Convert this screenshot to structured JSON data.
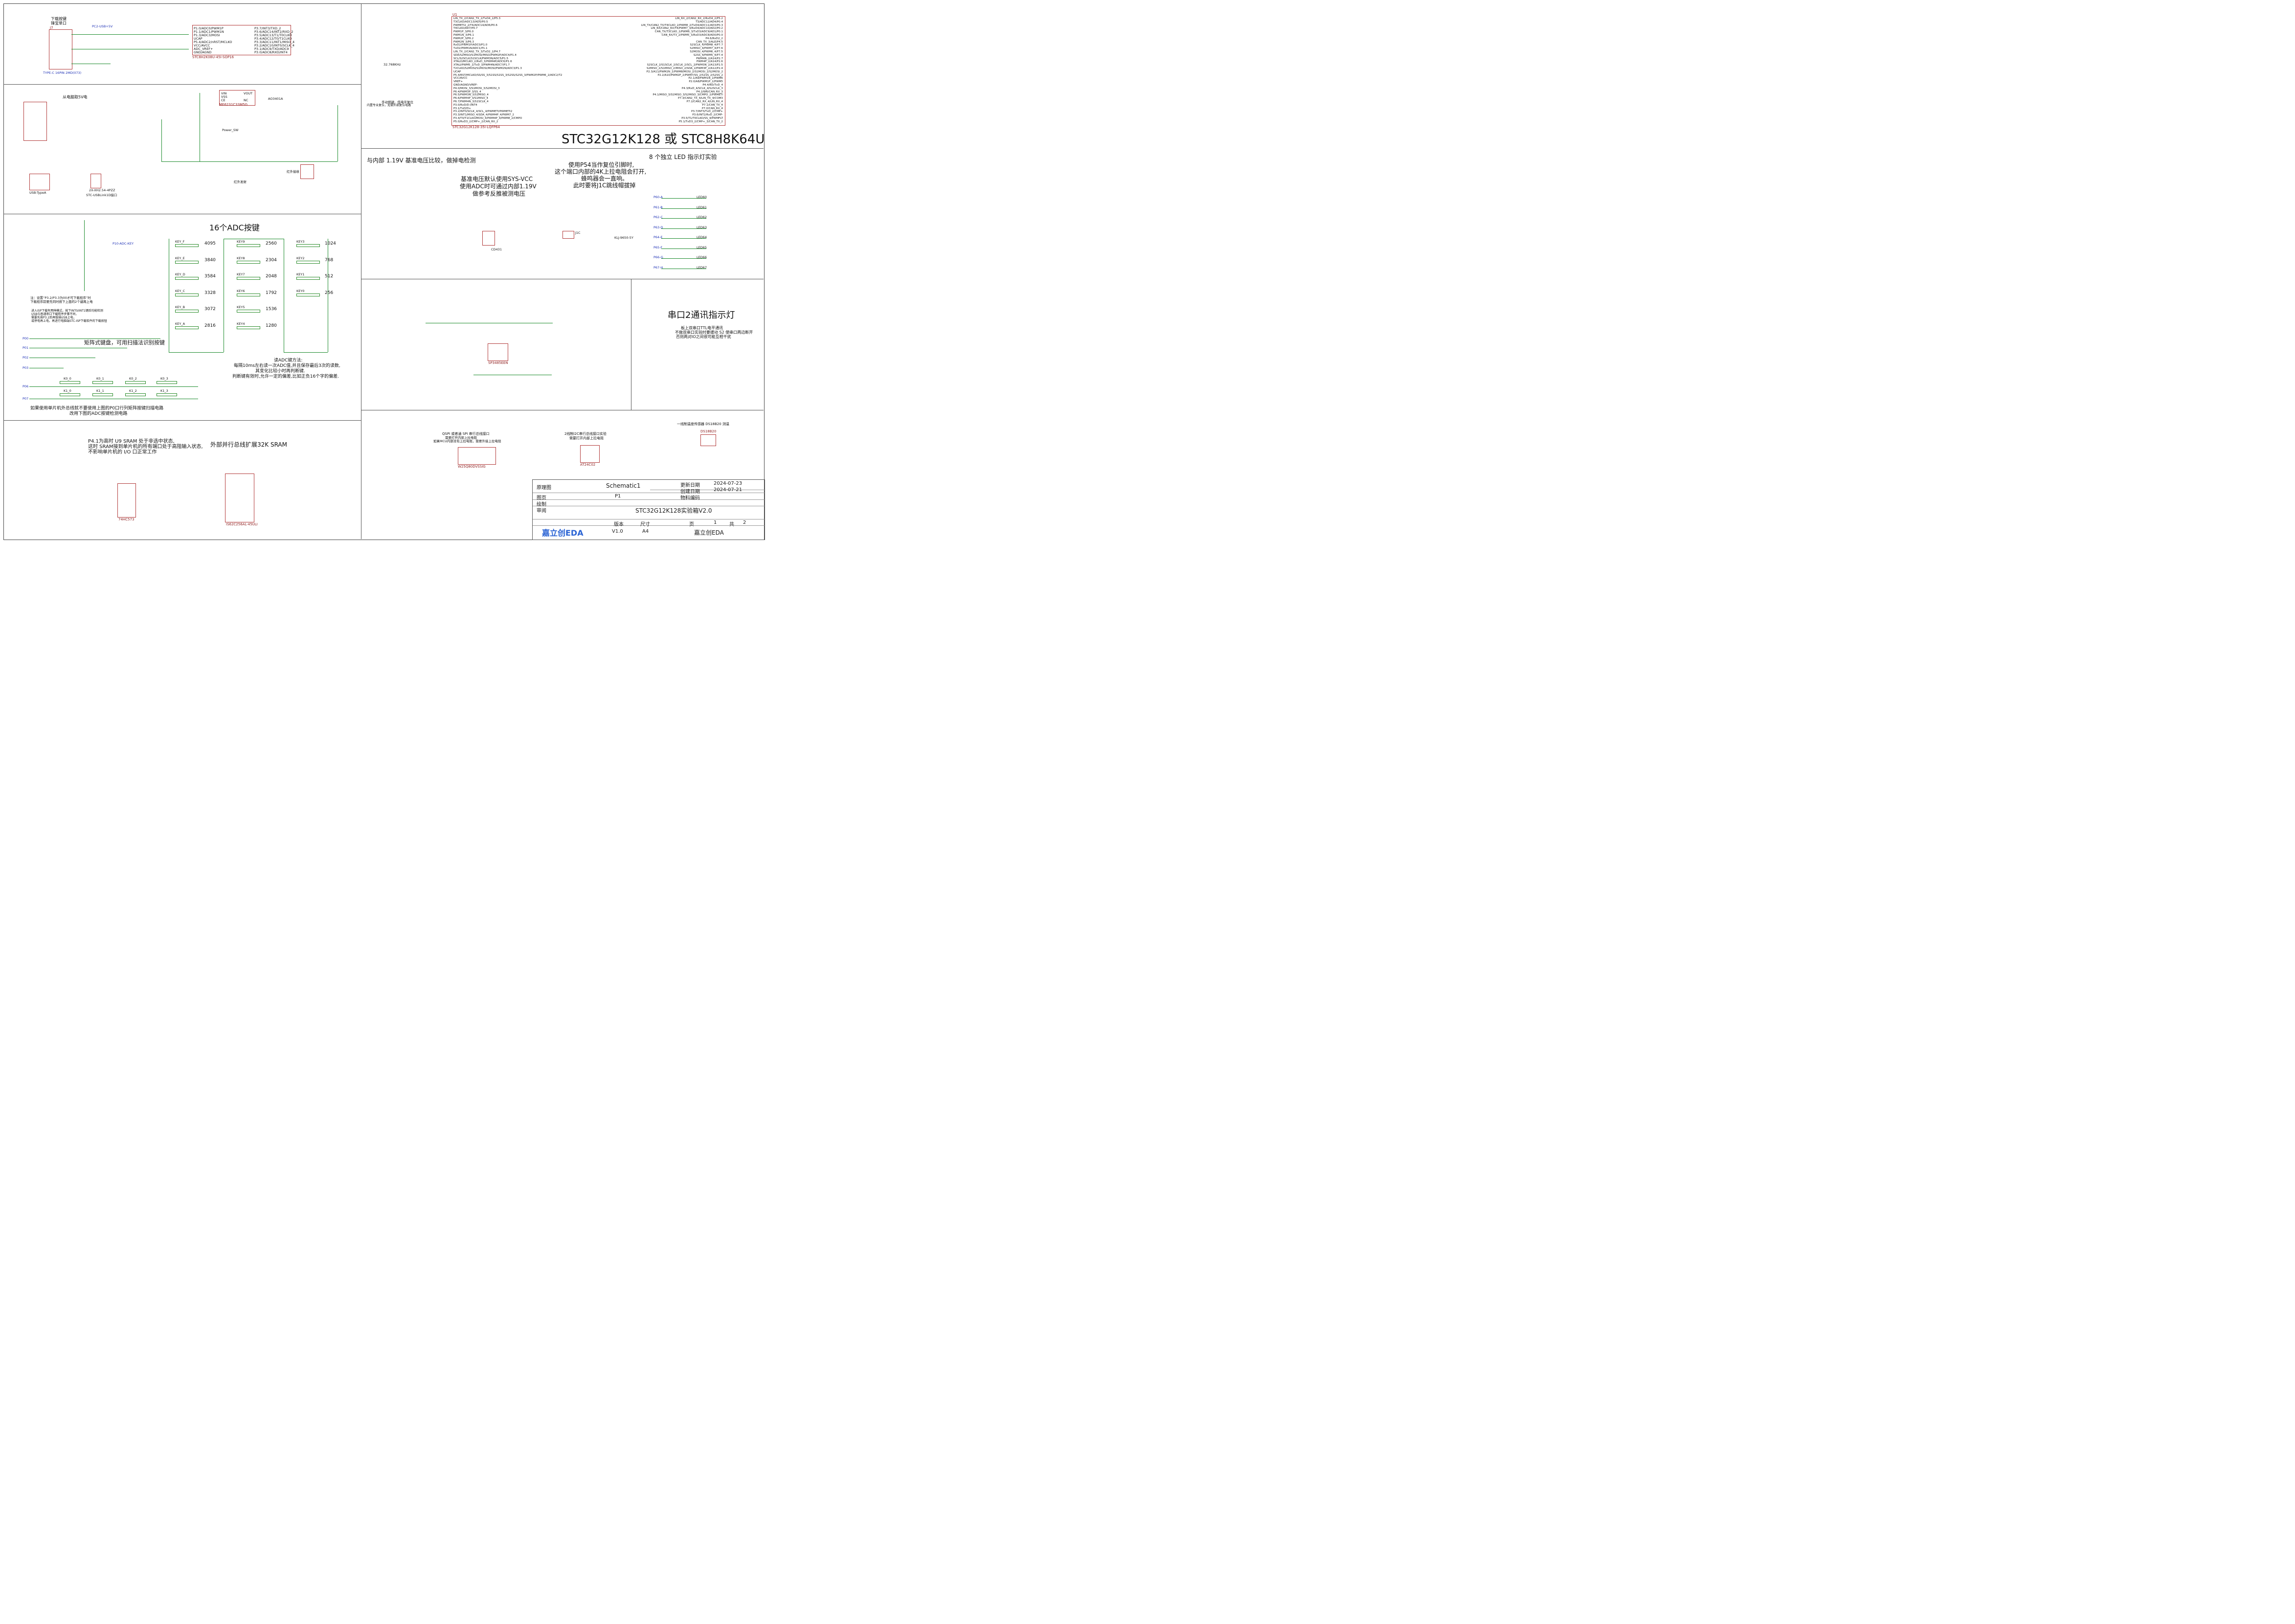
{
  "sheet": {
    "top_left_labels": [
      "下载按键",
      "锋宝单口"
    ],
    "usb_connector_j7": "J7",
    "usb_connector_j7_type": "TYPE-C 16PIN 2MD(073)",
    "pc2_usb": "PC2-USB+5V",
    "chip_u2": "STC8H2K08U-45I-SOP16",
    "chip_u2_pins_left": [
      "P1.0/ADC0/PWM1P",
      "P1.1/ADC1/PWM1N",
      "P1.3/ADC3/MOSI",
      "UCAP",
      "P5.4/ADC2/nRST/MCLKO",
      "VCC/AVCC",
      "ADC_VREF+",
      "GND/AGND"
    ],
    "chip_u2_pins_right": [
      "P3.7/INT3/TXD_2",
      "P3.6/ADC14/INT2/RXD_2",
      "P3.5/ADC13/T1/T0CLKO",
      "P3.4/ADC12/T0/T1CLKO",
      "P3.3/ADC11/INT1/MISO_4",
      "P3.2/ADC10/INT0/SCLK_4",
      "P3.1/ADC9/TXD/ADC9",
      "P3.0/ADC8/RXD/INT4"
    ],
    "chip_u1": "STC32G12K128-35I-LQFP64",
    "chip_u1_name": "U1",
    "u1_pins_left": [
      "LIN_TX_2/CAN2_TX_2/TxD4_2/P5.3",
      "T3CLKO/ADC13/AD5/P0.5",
      "PWMETI2_2/T4/ADC14/AD6/P0.6",
      "T4CLKO/AD7/P0.7",
      "PWM1P_3/P6.0",
      "PWM1N_3/P6.1",
      "PWM2P_3/P6.2",
      "PWM2N_3/P6.3",
      "RxD2/PWM1P/ADC0/P1.0",
      "TxD2/PWM1N/ADC1/P1.1",
      "LIN_TX_2/CAN2_TX_3/TxD2_2/P4.7",
      "SDA/S2MISO/S1MOSI/MISO/PWM2P/ADC4/P1.4",
      "SCL/S2SCLK/S1SCLK/PWM3N/ADC5/P1.5",
      "XTALO/MCLKO_2/RxD_3/PWM4P/ADC6/P1.6",
      "XTALI/PWM5_2/TxD_3/PWM4N/ADC7/P1.7",
      "T2CLKO/S2MOSI/S1MOSI/MOSI/PWM2N/ADC3/P1.3",
      "UCAP",
      "P5.4/RST/MCLKO/SS/SS_3/S1SS/S1SS_3/S2SS/S2SS_3/PWM2P/PWM6_2/ADC2/T2",
      "VCC/AVCC",
      "VREF+",
      "GND/AGND/VREF-",
      "P4.0/MOSI_3/S1MOSI_3/S2MOSI_3",
      "P6.4/PWM3P_3/SS_4",
      "P6.5/PWM3N_3/S1MISO_4",
      "P6.6/PWM4P_3/S1MISO_4",
      "P6.7/PWM4N_3/S1SCLK_4",
      "P3.0/RxD/D-/INT4",
      "P3.1/TxD/D+",
      "P3.2/INT0/SCLK_4/SCL_4/PWMETI/PWMETI2",
      "P3.3/INT1/MISO_4/SDA_4/PWM4P_4/PWM7_2",
      "P3.4/T0/T1CLKO/MOSI_4/PWM4P_4/PWM8_2/CMPO",
      "P5.0/RxD3_2/CMP+_2/CAN_RX_2"
    ],
    "u1_pins_right": [
      "LIN_RX_2/CAN2_RX_2/RxD4_2/P5.2",
      "T3/ADC12/AD4/P0.4",
      "LIN_TX/CAN2_TX/T4CLKO_2/PWM8_2/TxD4/ADC11/AD3/P0.3",
      "LIN_RX/CAN2_RX/T4/PWM7_3/RxD4/ADC10/AD2/P0.2",
      "CAN_TX/T3CLKO_2/PWM6_3/TxD3/ADC9/AD1/P0.1",
      "CAN_RX/T3_2/PWM5_3/RxD3/ADC8/AD0/P0.0",
      "P4.6/RxD2_2",
      "CAN_TX_3/ALE/P4.5",
      "S2SCLK_4/PWM8_4/P7.7",
      "S2MISO_4/PWM7_4/P7.6",
      "S2MOSI_4/PWM6_4/P7.5",
      "S2SS_4/PWM5_4/P7.4",
      "PWM4N_2/A14/P2.7",
      "PWM4P_2/A14/P2.6",
      "S2SCLK_2/S1SCLK_2/SCLK_2/SCL_2/PWM3N_2/A13/P2.5",
      "S2MISO_2/S1MISO_2/MISO_2/SDA_2/PWM3P_2/A12/P2.4",
      "P2.3/A11/PWM2N_2/PWM8/MOSI_2/S1MOSI_2/S2MOSI_2",
      "P2.2/A10/PWM2P_2/PWM7/SS_2/S1SS_2/S2SS_2",
      "P2.1/A9/PWM1N_2/PWM6",
      "P2.0/A8/PWM1P_2/PWM5",
      "P4.4/RD/TxD_4",
      "P4.3/RxD_4/SCLK_4/S2SCLK_3",
      "P4.2/WR/CAN_RX_3",
      "P4.1/MISO_3/S1MISO_3/S2MISO_3/CMPO_2/PWMETI",
      "P7.3/CAN2_TX_4/LIN_TX_4/COM3",
      "P7.2/CAN2_RX_4/LIN_RX_4",
      "P7.1/CAN_TX_4",
      "P7.0/CAN_RX_4",
      "P3.7/INT3/TxD_2/CMP+",
      "P3.6/INT2/RxD_2/CMP-",
      "P3.5/T1/T0CLKO/SS_4/PWMFLT",
      "P5.1/TxD3_2/CMP+_3/CAN_TX_2"
    ],
    "power_chip_u15": "ME6231C33M5G",
    "u15_pins": [
      "VIN",
      "VSS",
      "CE",
      "VOUT",
      "NC"
    ],
    "heading_mcu": "STC32G12K128 或 STC8H8K64U",
    "heading_adc": "16个ADC按键",
    "heading_matrix": "矩阵式键盘，可用扫描法识别按键",
    "heading_vref": "与内部 1.19V 基准电压比较，做掉电检测",
    "heading_leds": "8 个独立 LED 指示灯实验",
    "heading_uart2": "串口2通讯指示灯",
    "heading_sram": "外部并行总线扩展32K SRAM",
    "note_p54": [
      "使用P54当作复位引脚时,",
      "这个端口内部的4K上拉电阻会打开,",
      "蜂鸣器会一直响。",
      "此时要将J1C跳线帽拔掉"
    ],
    "note_vref": [
      "基准电压默认使用SYS-VCC",
      "使用ADC时可通过内部1.19V",
      "做参考反推被测电压"
    ],
    "note_adc_read": [
      "读ADC键方法:",
      "每隔10ms左右读一次ADC值,并且保存最后3次的读数,",
      "其变化比较小时再判断键.",
      "判断键有效时,允许一定的偏差,比如正负16个字的偏差."
    ],
    "note_matrix_bottom": [
      "如果使用单片机外总线就不要使用上图的P0口行列矩阵按键扫描电路",
      "改用下图的ADC按键检测电路"
    ],
    "note_p32": [
      "注：设置“P3.2/P3.3为00才可下载程序”时",
      "下载程序前要先同时按下上面的2个键再上电"
    ],
    "note_download": [
      "进入ISP下载有两种模式，按下INT0/INT1键后均能检测",
      "USB与普通串口下载程序步骤不同，",
      "需要先按P3.2后再拔插USB上电，",
      "或停电再上电，再进行电脑端STC-ISP下载软件的下载按钮"
    ],
    "note_sram": [
      "P4.1为高时 U9 SRAM 处于非选中状态,",
      "这时 SRAM接到单片机的所有端口处于高阻输入状态,",
      "不影响单片机的 I/O 口正常工作"
    ],
    "note_uart2": [
      "板上双串口TTL电平通讯",
      "不做双串口实验时要拔动 S2 使串口两边断开",
      "否则两对IO之间很可能互相干扰"
    ],
    "note_power_from": "从电脑取5V电",
    "note_qspi": [
      "QSPI 或者通 SPI 串行总线接口",
      "如果MCU内部没有上拉电阻，需要外接上拉电阻",
      "需要打开内部上拉电阻"
    ],
    "note_i2c": [
      "2线制I2C串行总线接口实验",
      "需要打开内部上拉电阻"
    ],
    "note_ds18b20": "一线制温度传感器 DS18B20 测温",
    "adc_values_col1": [
      "4095",
      "3840",
      "3584",
      "3328",
      "3072",
      "2816"
    ],
    "adc_values_col2": [
      "2560",
      "2304",
      "2048",
      "1792",
      "1536",
      "1280"
    ],
    "adc_values_col3": [
      "1024",
      "768",
      "512",
      "256"
    ],
    "adc_keys_col1": [
      "KEY_F",
      "KEY_E",
      "KEY_D",
      "KEY_C",
      "KEY_B",
      "KEY_A"
    ],
    "adc_keys_col2": [
      "KEY9",
      "KEY8",
      "KEY7",
      "KEY6",
      "KEY5",
      "KEY4"
    ],
    "adc_keys_col3": [
      "KEY3",
      "KEY2",
      "KEY1",
      "KEY0"
    ],
    "led_labels": [
      "LED60",
      "LED61",
      "LED62",
      "LED63",
      "LED64",
      "LED65",
      "LED66",
      "LED67"
    ],
    "led_nets": [
      "P60-A",
      "P61-B",
      "P62-C",
      "P63-D",
      "P64-E",
      "P65-F",
      "P66-G",
      "P67-H"
    ],
    "matrix_keys": [
      "K0_0",
      "K0_1",
      "K0_2",
      "K0_3",
      "K1_0",
      "K1_1",
      "K1_2",
      "K1_3"
    ],
    "port_p0": [
      "P00",
      "P01",
      "P02",
      "P03",
      "P06",
      "P07"
    ],
    "sram_chip": "IS62C256AL-45ULI",
    "latch_chip": "74HC573",
    "flash_chip": "W25Q80DVSSIG",
    "eeprom_chip": "AT24C02",
    "rs485_chip": "SP3485EEN",
    "temp_chip": "DS18B20",
    "buzzer": "KLJ-9650-5Y",
    "vref_chip": "CD431",
    "j1c": "J1C",
    "j4": "USB-TypeA",
    "j2": "STC-USBLink1D接口",
    "j2_connector": "2X-XH2.54-4PZZ",
    "infrared": "红外接收",
    "ir_led": "红外发射",
    "switch_power": "Power_SW",
    "crystal": "32.768KHz",
    "mosfet": "AO3401A",
    "reset_note": [
      "手动按键，低电平复位",
      "内置专业复位，无需外部复位电路"
    ]
  },
  "titleblock": {
    "label_drawing": "原理图",
    "drawing_name": "Schematic1",
    "label_updated": "更新日期",
    "updated": "2024-07-23",
    "label_created": "创建日期",
    "created": "2024-07-21",
    "label_material": "物料编码",
    "label_page": "图页",
    "page": "P1",
    "label_drawn": "绘制",
    "label_checked": "审阅",
    "project": "STC32G12K128实验箱V2.0",
    "label_version": "版本",
    "version": "V1.0",
    "label_size": "尺寸",
    "size": "A4",
    "label_pagenum": "页",
    "pagenum": "1",
    "label_total": "共",
    "total": "2",
    "company": "嘉立创EDA",
    "logo": "嘉立创EDA"
  }
}
